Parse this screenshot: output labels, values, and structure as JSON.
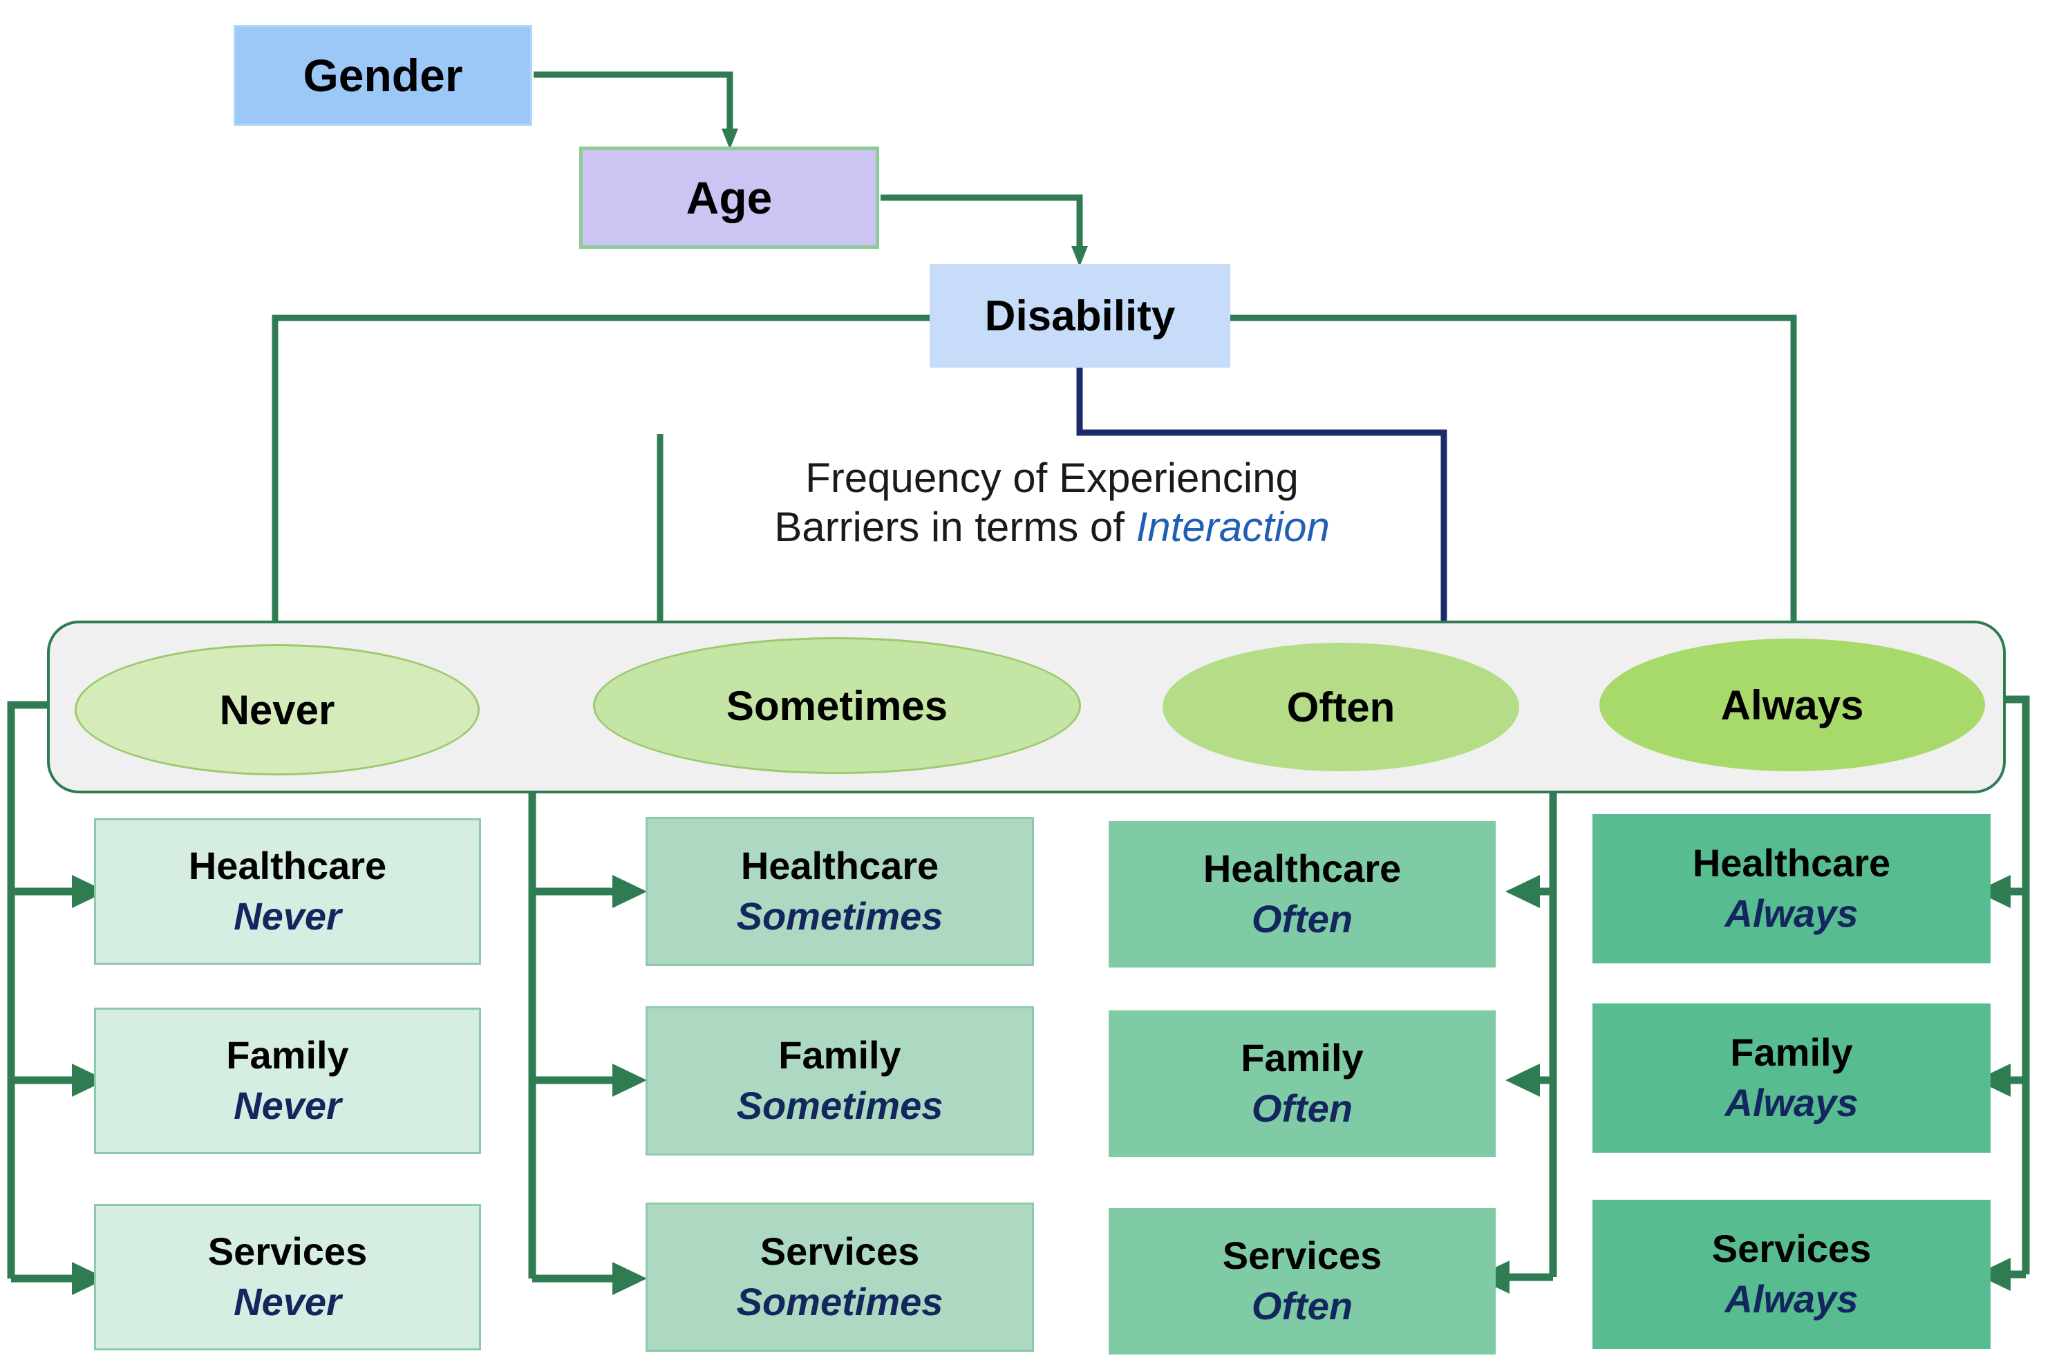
{
  "diagram": {
    "title": "Frequency of Experiencing Barriers in terms of Interaction",
    "colors": {
      "gender_fill": "#9CC8F7",
      "age_fill": "#CCC4F2",
      "disability_fill": "#C7DCF8",
      "band_fill": "#F0F0F0",
      "connector_green": "#2F7C53",
      "connector_navy": "#1B2A6B",
      "accent_blue": "#1F5FB5",
      "value_navy": "#13265E",
      "ellipse_tones": [
        "#D5EBBA",
        "#C5E5A4",
        "#B5DD87",
        "#A8D96B"
      ],
      "leaf_tones": [
        "#D6EDE1",
        "#ADD9C3",
        "#7FCBA6",
        "#57BC90"
      ]
    },
    "variables": [
      {
        "id": "gender",
        "label": "Gender"
      },
      {
        "id": "age",
        "label": "Age"
      },
      {
        "id": "disability",
        "label": "Disability"
      }
    ],
    "caption": {
      "line1": "Frequency of Experiencing",
      "line2_prefix": "Barriers in terms of ",
      "line2_accent": "Interaction"
    },
    "frequency_levels": [
      {
        "id": "never",
        "label": "Never"
      },
      {
        "id": "sometimes",
        "label": "Sometimes"
      },
      {
        "id": "often",
        "label": "Often"
      },
      {
        "id": "always",
        "label": "Always"
      }
    ],
    "columns": [
      {
        "level": "Never",
        "tone": 1,
        "arrow_direction": "right",
        "leaves": [
          {
            "title": "Healthcare",
            "value": "Never"
          },
          {
            "title": "Family",
            "value": "Never"
          },
          {
            "title": "Services",
            "value": "Never"
          }
        ]
      },
      {
        "level": "Sometimes",
        "tone": 2,
        "arrow_direction": "right",
        "leaves": [
          {
            "title": "Healthcare",
            "value": "Sometimes"
          },
          {
            "title": "Family",
            "value": "Sometimes"
          },
          {
            "title": "Services",
            "value": "Sometimes"
          }
        ]
      },
      {
        "level": "Often",
        "tone": 3,
        "arrow_direction": "left",
        "leaves": [
          {
            "title": "Healthcare",
            "value": "Often"
          },
          {
            "title": "Family",
            "value": "Often"
          },
          {
            "title": "Services",
            "value": "Often"
          }
        ]
      },
      {
        "level": "Always",
        "tone": 4,
        "arrow_direction": "left",
        "leaves": [
          {
            "title": "Healthcare",
            "value": "Always"
          },
          {
            "title": "Family",
            "value": "Always"
          },
          {
            "title": "Services",
            "value": "Always"
          }
        ]
      }
    ]
  }
}
